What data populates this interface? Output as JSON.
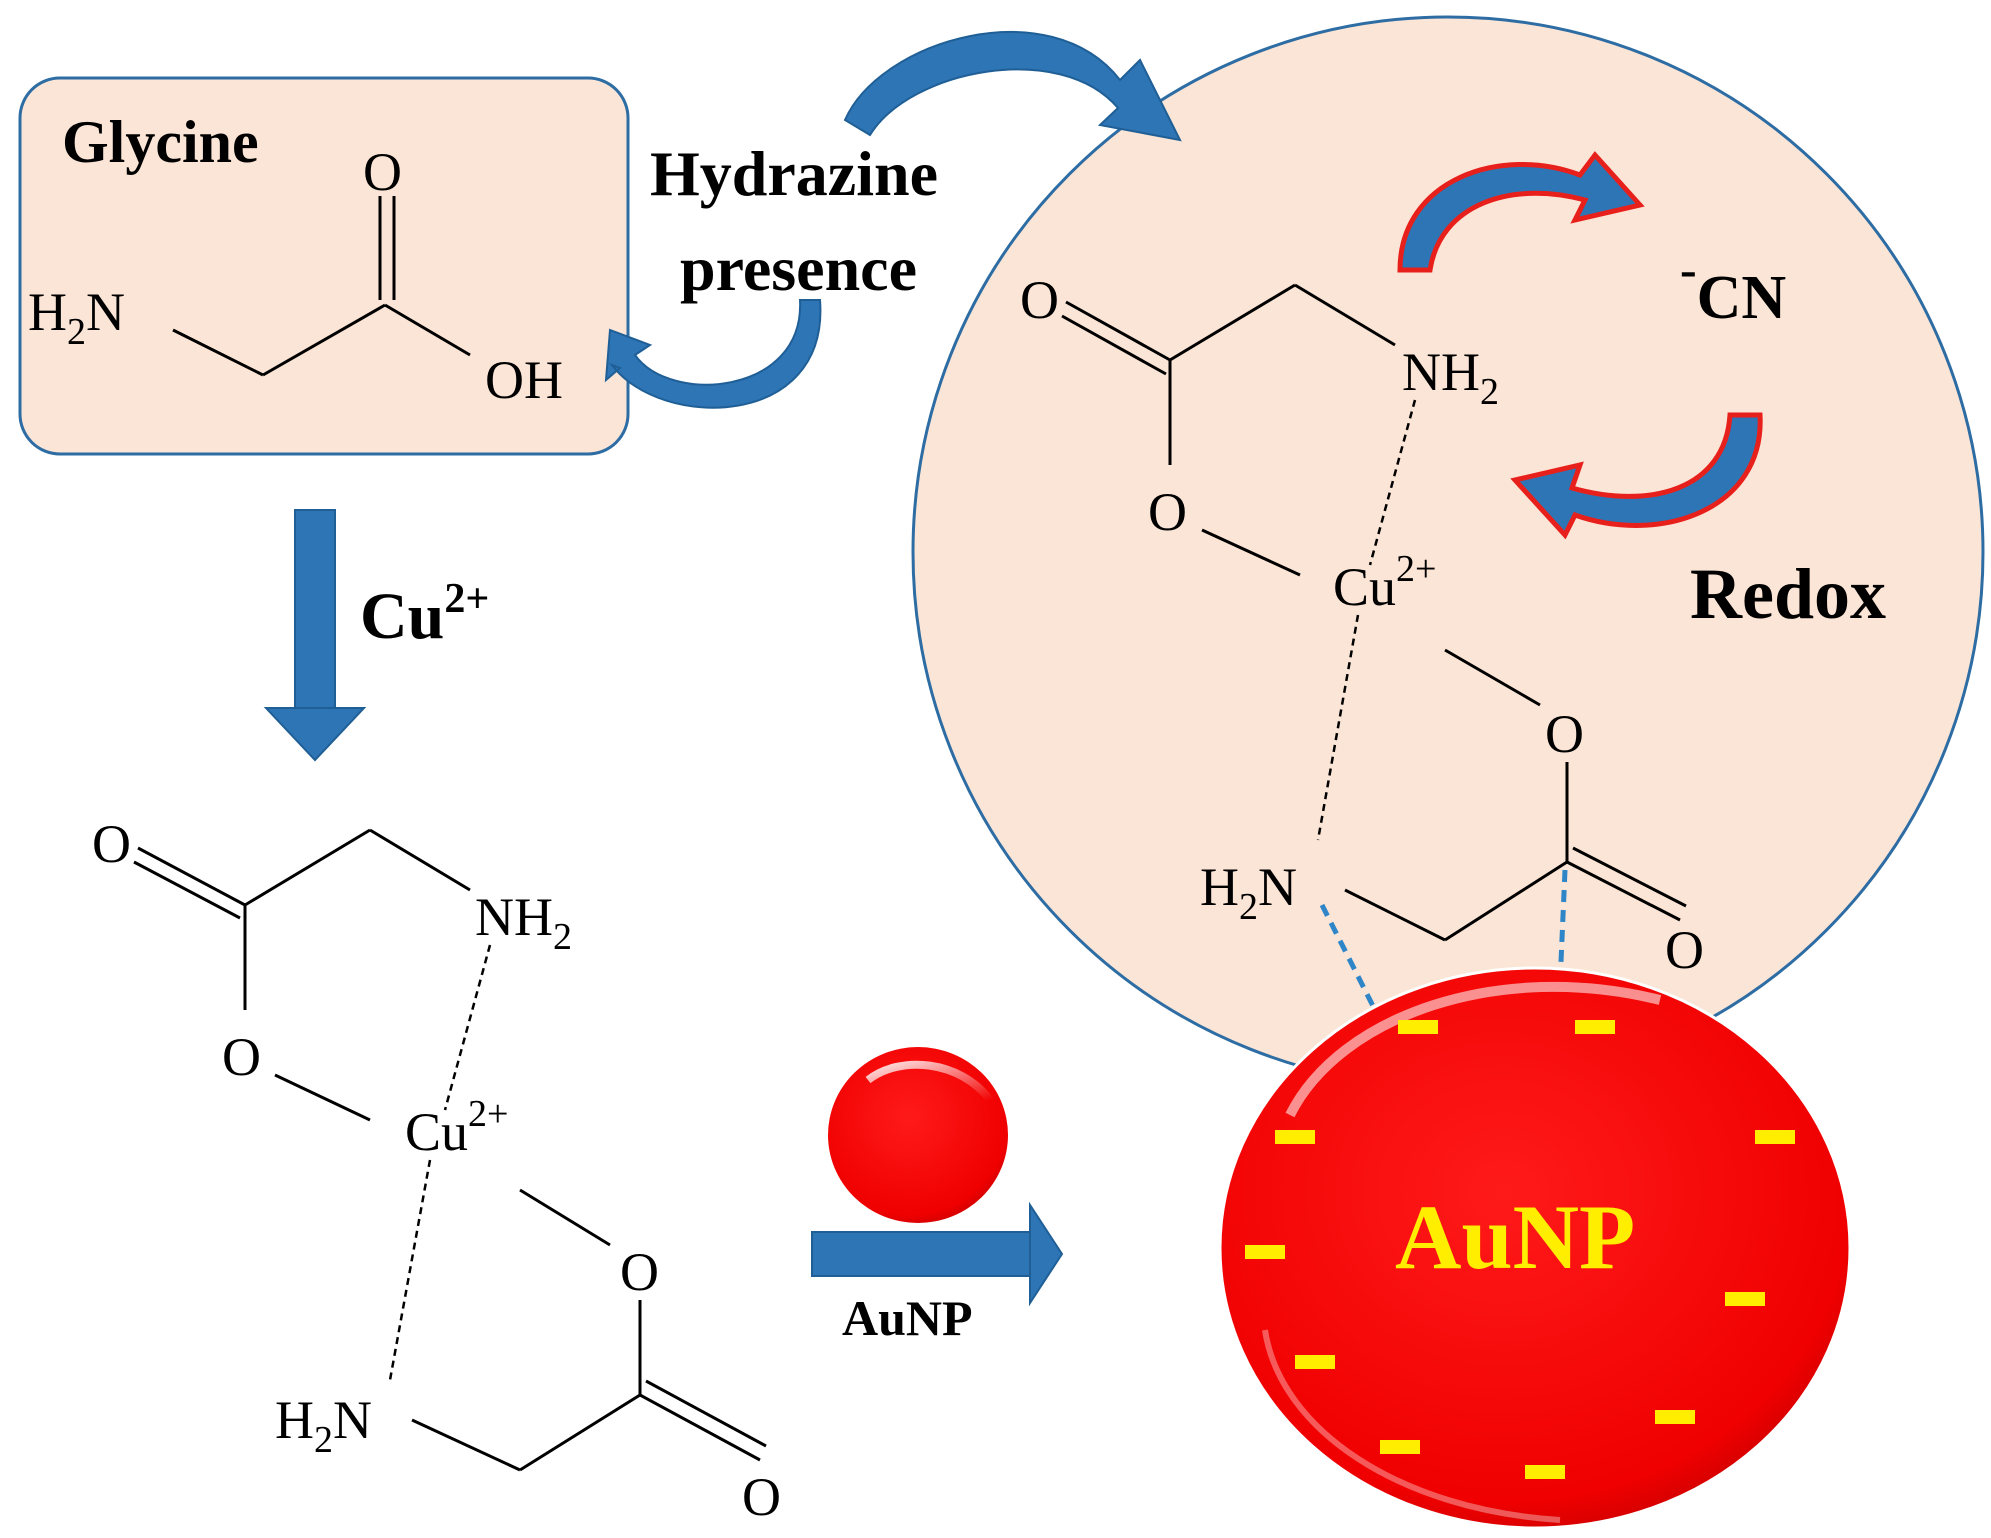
{
  "labels": {
    "glycine": "Glycine",
    "hydrazine_line1": "Hydrazine",
    "hydrazine_line2": "presence",
    "cu_reagent": "Cu",
    "cu_reagent_charge": "2+",
    "aunp_reagent": "AuNP",
    "redox": "Redox",
    "cyanide_charge": "-",
    "cyanide": "CN",
    "aunp_particle": "AuNP"
  },
  "glycine_molecule": {
    "o_top": "O",
    "amine": "H",
    "amine_sub": "2",
    "amine_n": "N",
    "hydroxyl": "OH"
  },
  "complex": {
    "o_carbonyl_top": "O",
    "nh2_top": "NH",
    "nh2_top_sub": "2",
    "o_ester_top": "O",
    "metal": "Cu",
    "metal_charge": "2+",
    "o_ester_bottom": "O",
    "h2n_bottom_h": "H",
    "h2n_bottom_sub": "2",
    "h2n_bottom_n": "N",
    "o_carbonyl_bottom": "O"
  },
  "colors": {
    "box_fill": "#fbe5d6",
    "box_stroke": "#2e6da4",
    "arrow_blue": "#2e75b6",
    "arrow_red": "#e8201b",
    "nanoparticle": "#ff0000",
    "charge_yellow": "#ffee00"
  }
}
